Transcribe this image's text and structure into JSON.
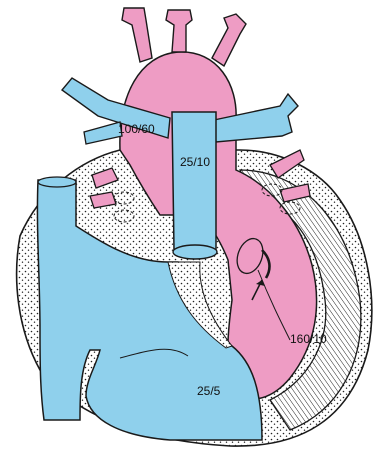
{
  "colors": {
    "blue": "#8fd0ec",
    "pink": "#ee9cc4",
    "outline": "#1a1a1a",
    "myocardium": "#ffffff"
  },
  "pressure_labels": {
    "aorta": "100/60",
    "pulmonary_artery": "25/10",
    "left_ventricle": "160/10",
    "right_ventricle": "25/5"
  }
}
